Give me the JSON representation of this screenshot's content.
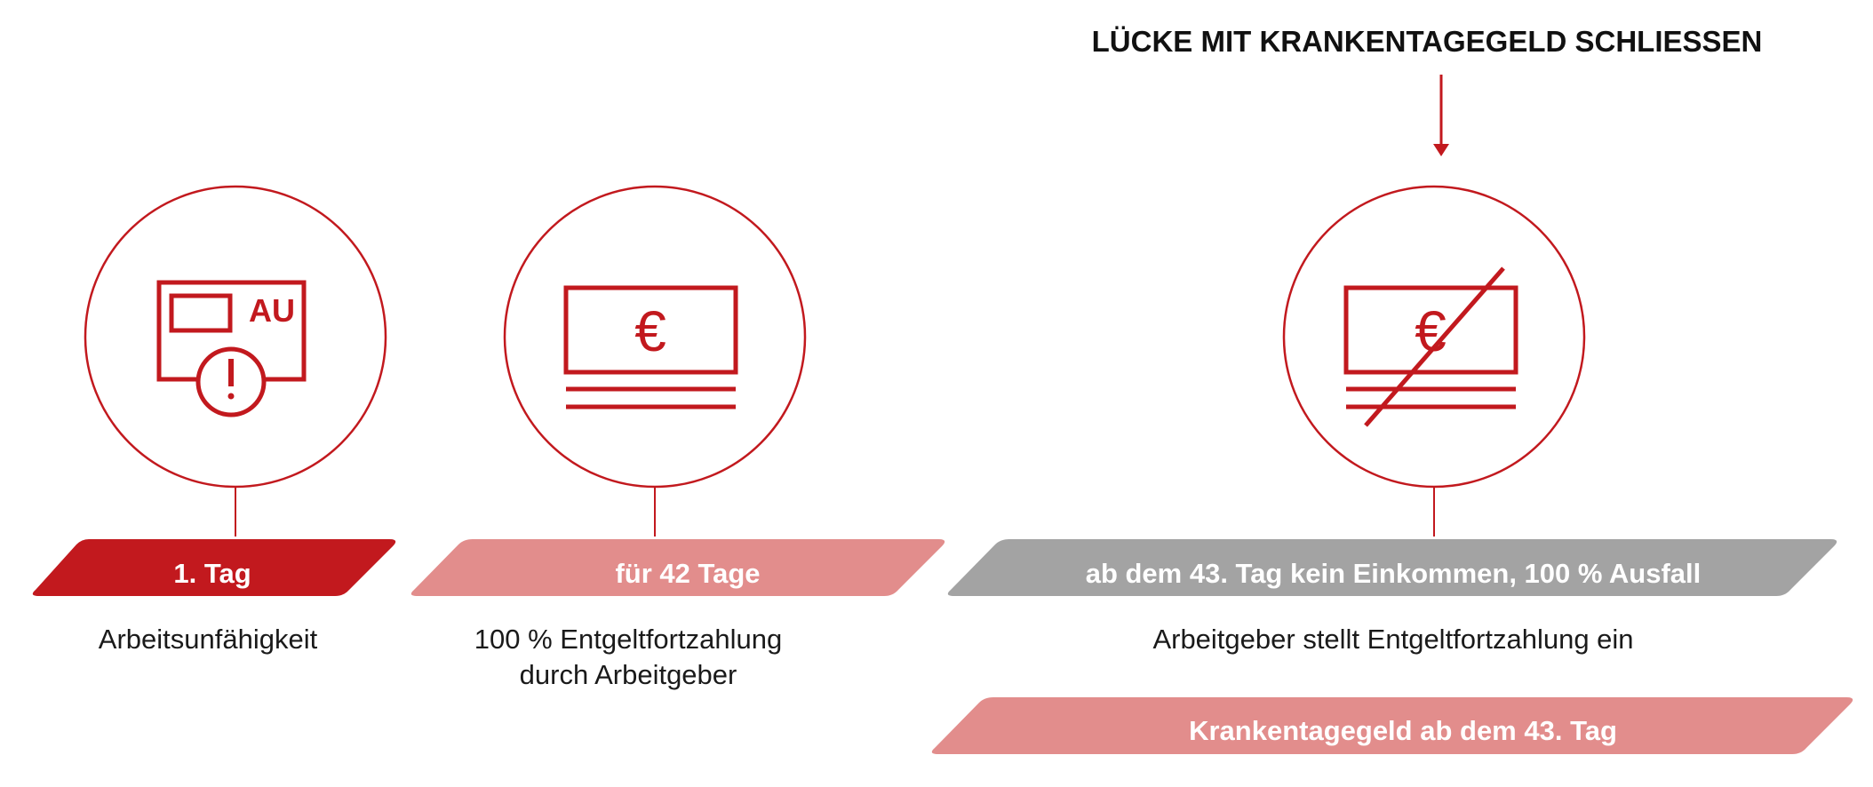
{
  "colors": {
    "red": "#c2191e",
    "pink": "#e28d8c",
    "gray": "#a3a3a3",
    "text": "#1a1a1a",
    "white": "#ffffff"
  },
  "headline": "LÜCKE MIT KRANKENTAGEGELD SCHLIESSEN",
  "steps": [
    {
      "icon": "sick-note-au-icon",
      "icon_text": "AU",
      "banner": "1. Tag",
      "description": [
        "Arbeitsunfähigkeit"
      ]
    },
    {
      "icon": "euro-banknote-icon",
      "icon_text": "€",
      "banner": "für 42 Tage",
      "description": [
        "100 % Entgeltfortzahlung",
        "durch Arbeitgeber"
      ]
    },
    {
      "icon": "crossed-out-euro-banknote-icon",
      "icon_text": "€",
      "banner": "ab dem 43. Tag kein Einkommen, 100 % Ausfall",
      "description": [
        "Arbeitgeber stellt Entgeltfortzahlung ein"
      ]
    }
  ],
  "solution_banner": "Krankentagegeld ab dem 43. Tag"
}
